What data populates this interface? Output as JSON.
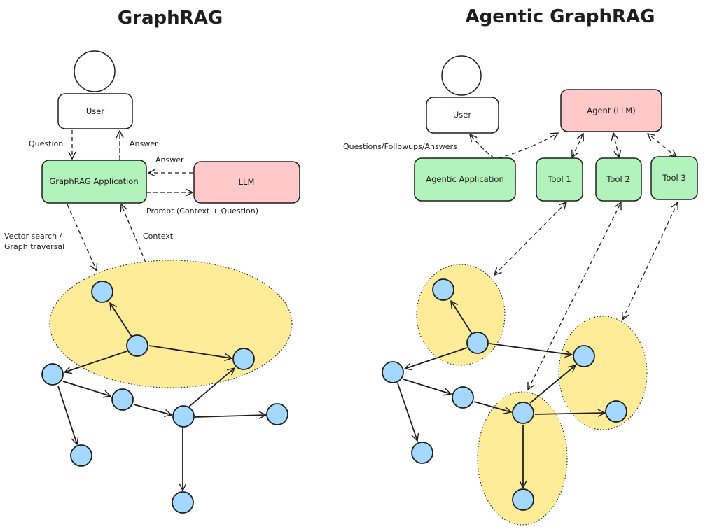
{
  "colors": {
    "app_box": "#b2f2bb",
    "llm_box": "#ffc9c9",
    "user_box": "#ffffff",
    "node": "#a5d8ff",
    "region": "#ffec99",
    "stroke": "#1e1e1e"
  },
  "left": {
    "title": "GraphRAG",
    "user_label": "User",
    "app_label": "GraphRAG Application",
    "llm_label": "LLM",
    "edge_labels": {
      "question": "Question",
      "answer_to_user": "Answer",
      "answer_from_llm": "Answer",
      "prompt": "Prompt (Context + Question)",
      "search_line1": "Vector search /",
      "search_line2": "Graph traversal",
      "context": "Context"
    }
  },
  "right": {
    "title": "Agentic GraphRAG",
    "user_label": "User",
    "agent_label": "Agent (LLM)",
    "app_label": "Agentic Application",
    "tools": [
      "Tool 1",
      "Tool 2",
      "Tool 3"
    ],
    "edge_labels": {
      "conversation": "Questions/Followups/Answers"
    }
  }
}
